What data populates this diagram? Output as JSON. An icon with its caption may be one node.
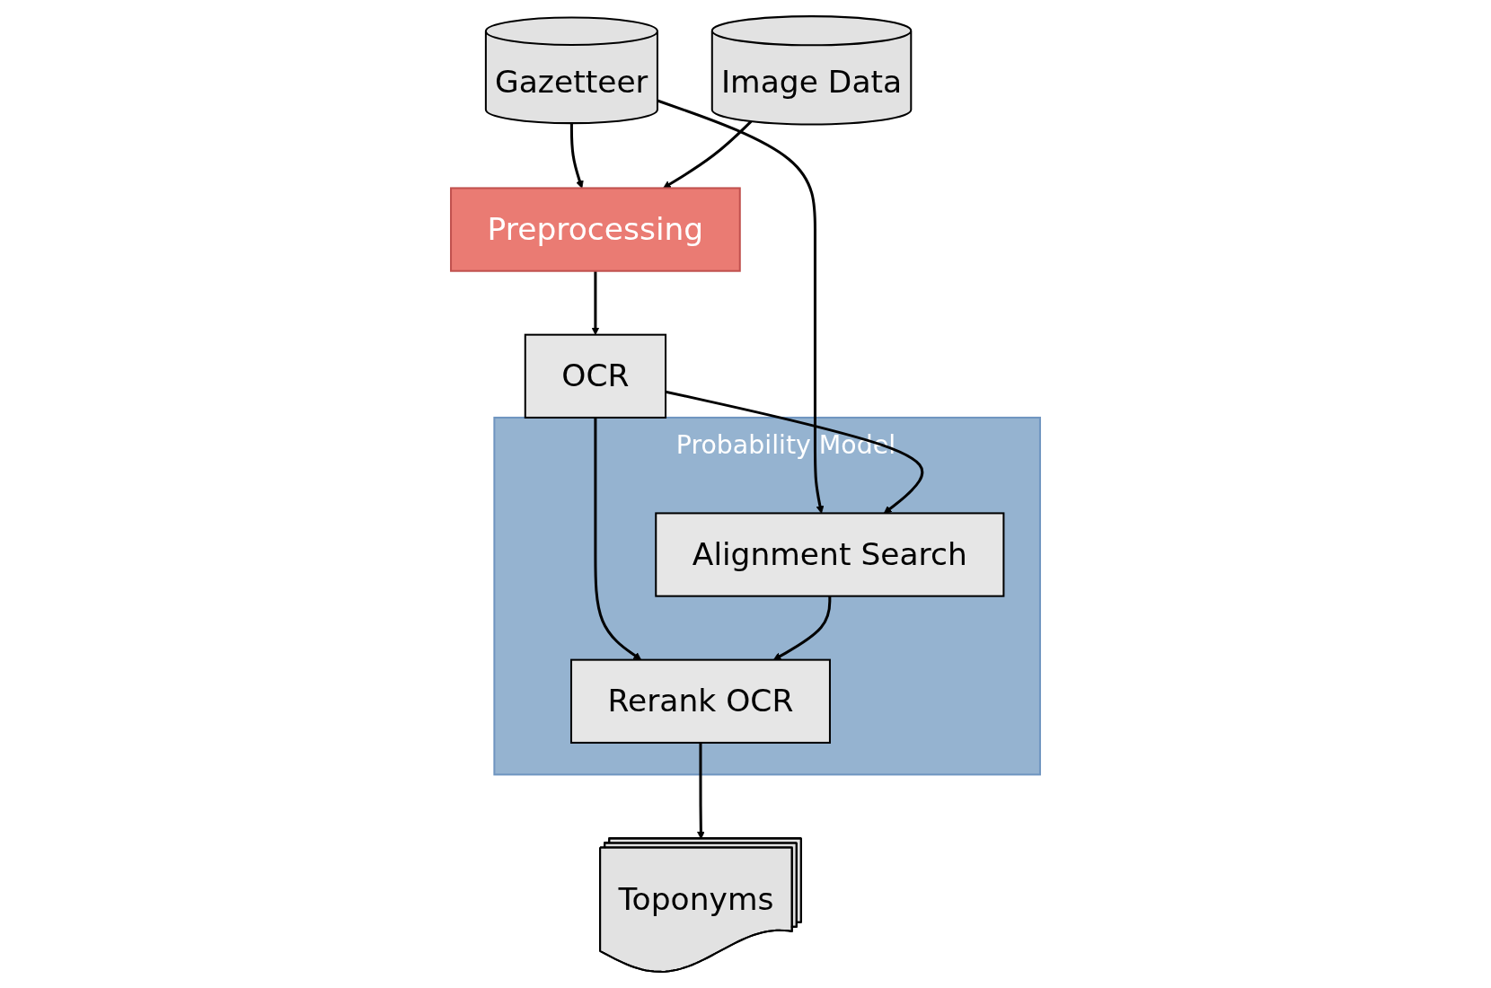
{
  "diagram": {
    "nodes": [
      {
        "text": [
          "Gazetteer"
        ]
      },
      {
        "text": [
          "Preprocessing"
        ]
      },
      {
        "text": [
          "Image Data"
        ]
      },
      {
        "text": [
          "OCR"
        ]
      },
      {
        "text": [
          "Toponyms"
        ]
      },
      {
        "text": [
          "Probability Model"
        ]
      },
      {
        "text": [
          "Alignment Search"
        ],
        "in": 5
      },
      {
        "text": [
          "Rerank OCR"
        ],
        "in": 5
      }
    ],
    "edges": [
      {
        "from": 0,
        "to": 1,
        "arrow": "to"
      },
      {
        "from": 2,
        "to": 1,
        "arrow": "to"
      },
      {
        "from": 1,
        "to": 3,
        "arrow": "to"
      },
      {
        "from": 0,
        "to": 6,
        "arrow": "to"
      },
      {
        "from": 3,
        "to": 6,
        "arrow": "to"
      },
      {
        "from": 3,
        "to": 7,
        "arrow": "to"
      },
      {
        "from": 6,
        "to": 7,
        "arrow": "to"
      },
      {
        "from": 7,
        "to": 4,
        "arrow": "to"
      }
    ]
  }
}
